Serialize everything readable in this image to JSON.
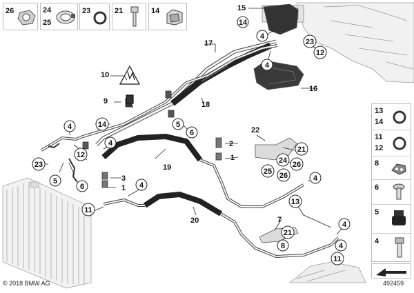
{
  "labels": {
    "n1": "1",
    "n2": "2",
    "n3": "3",
    "n4": "4",
    "n5": "5",
    "n6": "6",
    "n7": "7",
    "n8": "8",
    "n9": "9",
    "n10": "10",
    "n11": "11",
    "n12": "12",
    "n13": "13",
    "n14": "14",
    "n15": "15",
    "n16": "16",
    "n17": "17",
    "n18": "18",
    "n19": "19",
    "n20": "20",
    "n21": "21",
    "n22": "22",
    "n23": "23",
    "n24": "24",
    "n25": "25",
    "n26": "26"
  },
  "top_strip": {
    "a": "26",
    "b": "24",
    "b2": "25",
    "c": "23",
    "d": "21",
    "e": "14"
  },
  "side_panel": {
    "s1a": "13",
    "s1b": "14",
    "s2a": "11",
    "s2b": "12",
    "s3": "8",
    "s4": "6",
    "s5": "5",
    "s6": "4"
  },
  "footer": {
    "copyright": "© 2018 BMW AG",
    "diagram_id": "492459"
  },
  "colors": {
    "line": "#333333",
    "hose": "#222222",
    "panel_border": "#bdbdbd"
  },
  "icons": [
    "nut-icon",
    "hose-clamp-icon",
    "o-ring-icon",
    "bolt-icon",
    "bracket-clip-icon",
    "warning-triangle-icon",
    "arrow-icon"
  ]
}
